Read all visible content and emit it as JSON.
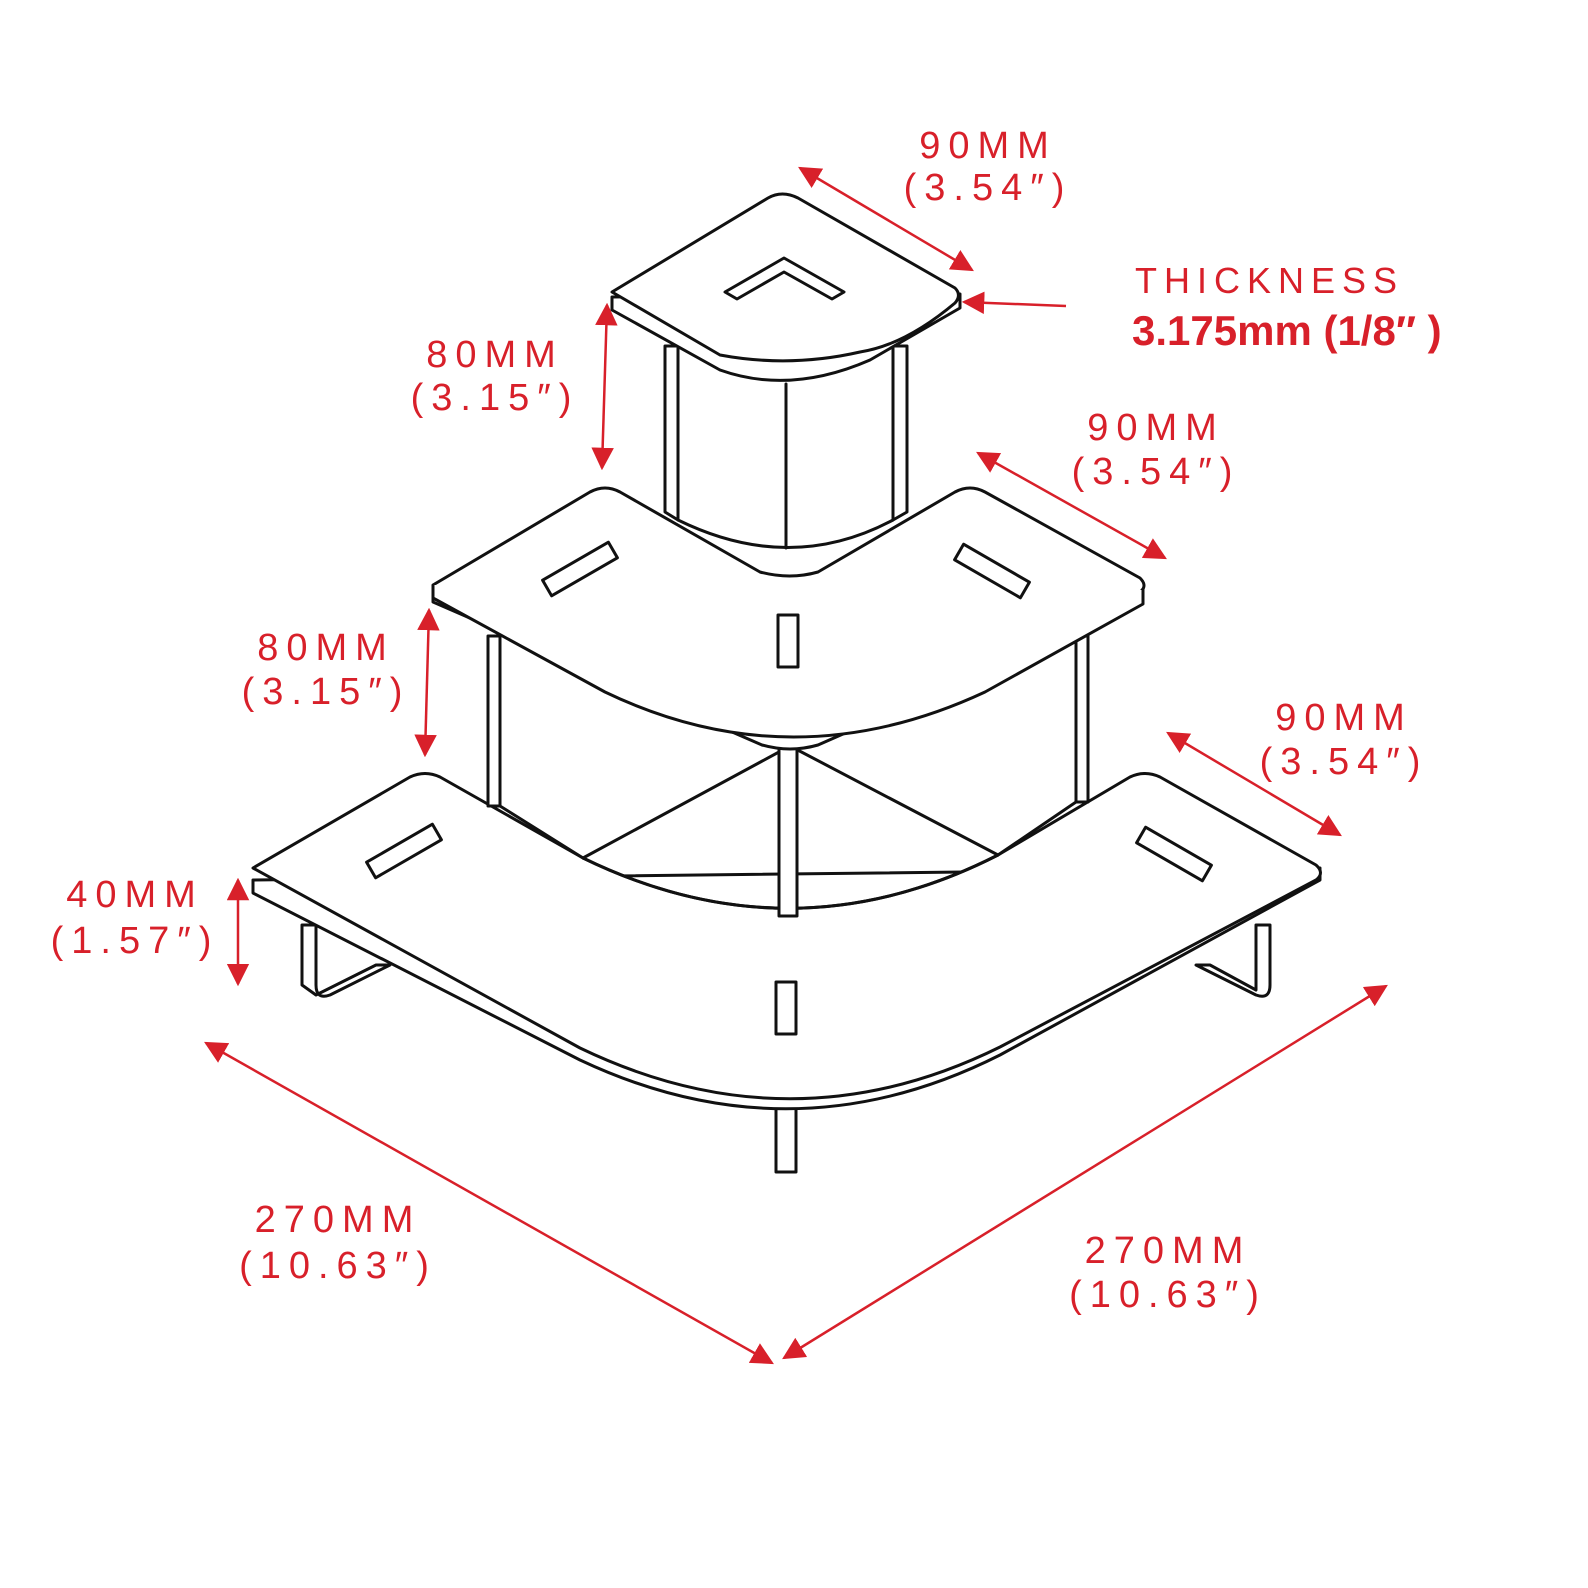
{
  "colors": {
    "dimension": "#d8202a",
    "outline": "#111111",
    "background": "#ffffff"
  },
  "dimensions": {
    "top_width": {
      "mm": "90MM",
      "in": "(3.54″)"
    },
    "middle_width": {
      "mm": "90MM",
      "in": "(3.54″)"
    },
    "bottom_width": {
      "mm": "90MM",
      "in": "(3.54″)"
    },
    "top_height": {
      "mm": "80MM",
      "in": "(3.15″)"
    },
    "middle_height": {
      "mm": "80MM",
      "in": "(3.15″)"
    },
    "base_height": {
      "mm": "40MM",
      "in": "(1.57″)"
    },
    "base_left_length": {
      "mm": "270MM",
      "in": "(10.63″)"
    },
    "base_right_length": {
      "mm": "270MM",
      "in": "(10.63″)"
    }
  },
  "thickness": {
    "title": "THICKNESS",
    "value": "3.175mm (1/8″ )"
  }
}
